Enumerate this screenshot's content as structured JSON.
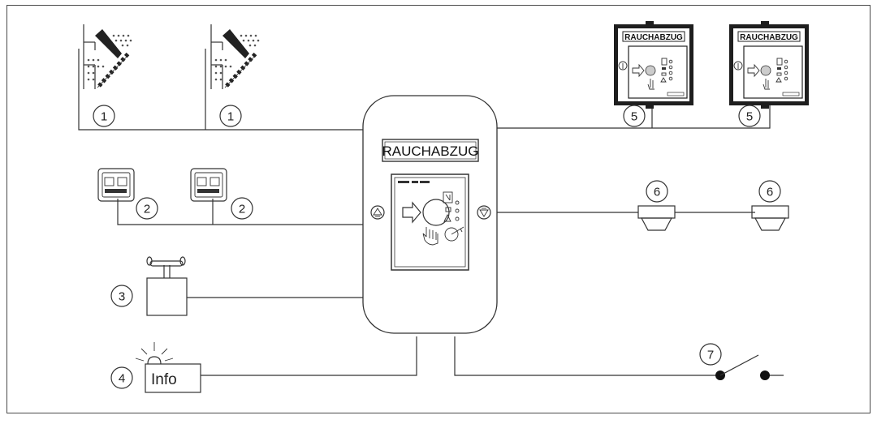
{
  "central_panel": {
    "label": "RAUCHABZUG"
  },
  "remote_panel": {
    "label": "RAUCHABZUG"
  },
  "info_box": {
    "label": "Info"
  },
  "callouts": {
    "n1": "1",
    "n2": "2",
    "n3": "3",
    "n4": "4",
    "n5": "5",
    "n6": "6",
    "n7": "7"
  },
  "colors": {
    "line": "#333333",
    "frame": "#4a4a4a",
    "remote_fill": "#1e1e1e"
  }
}
